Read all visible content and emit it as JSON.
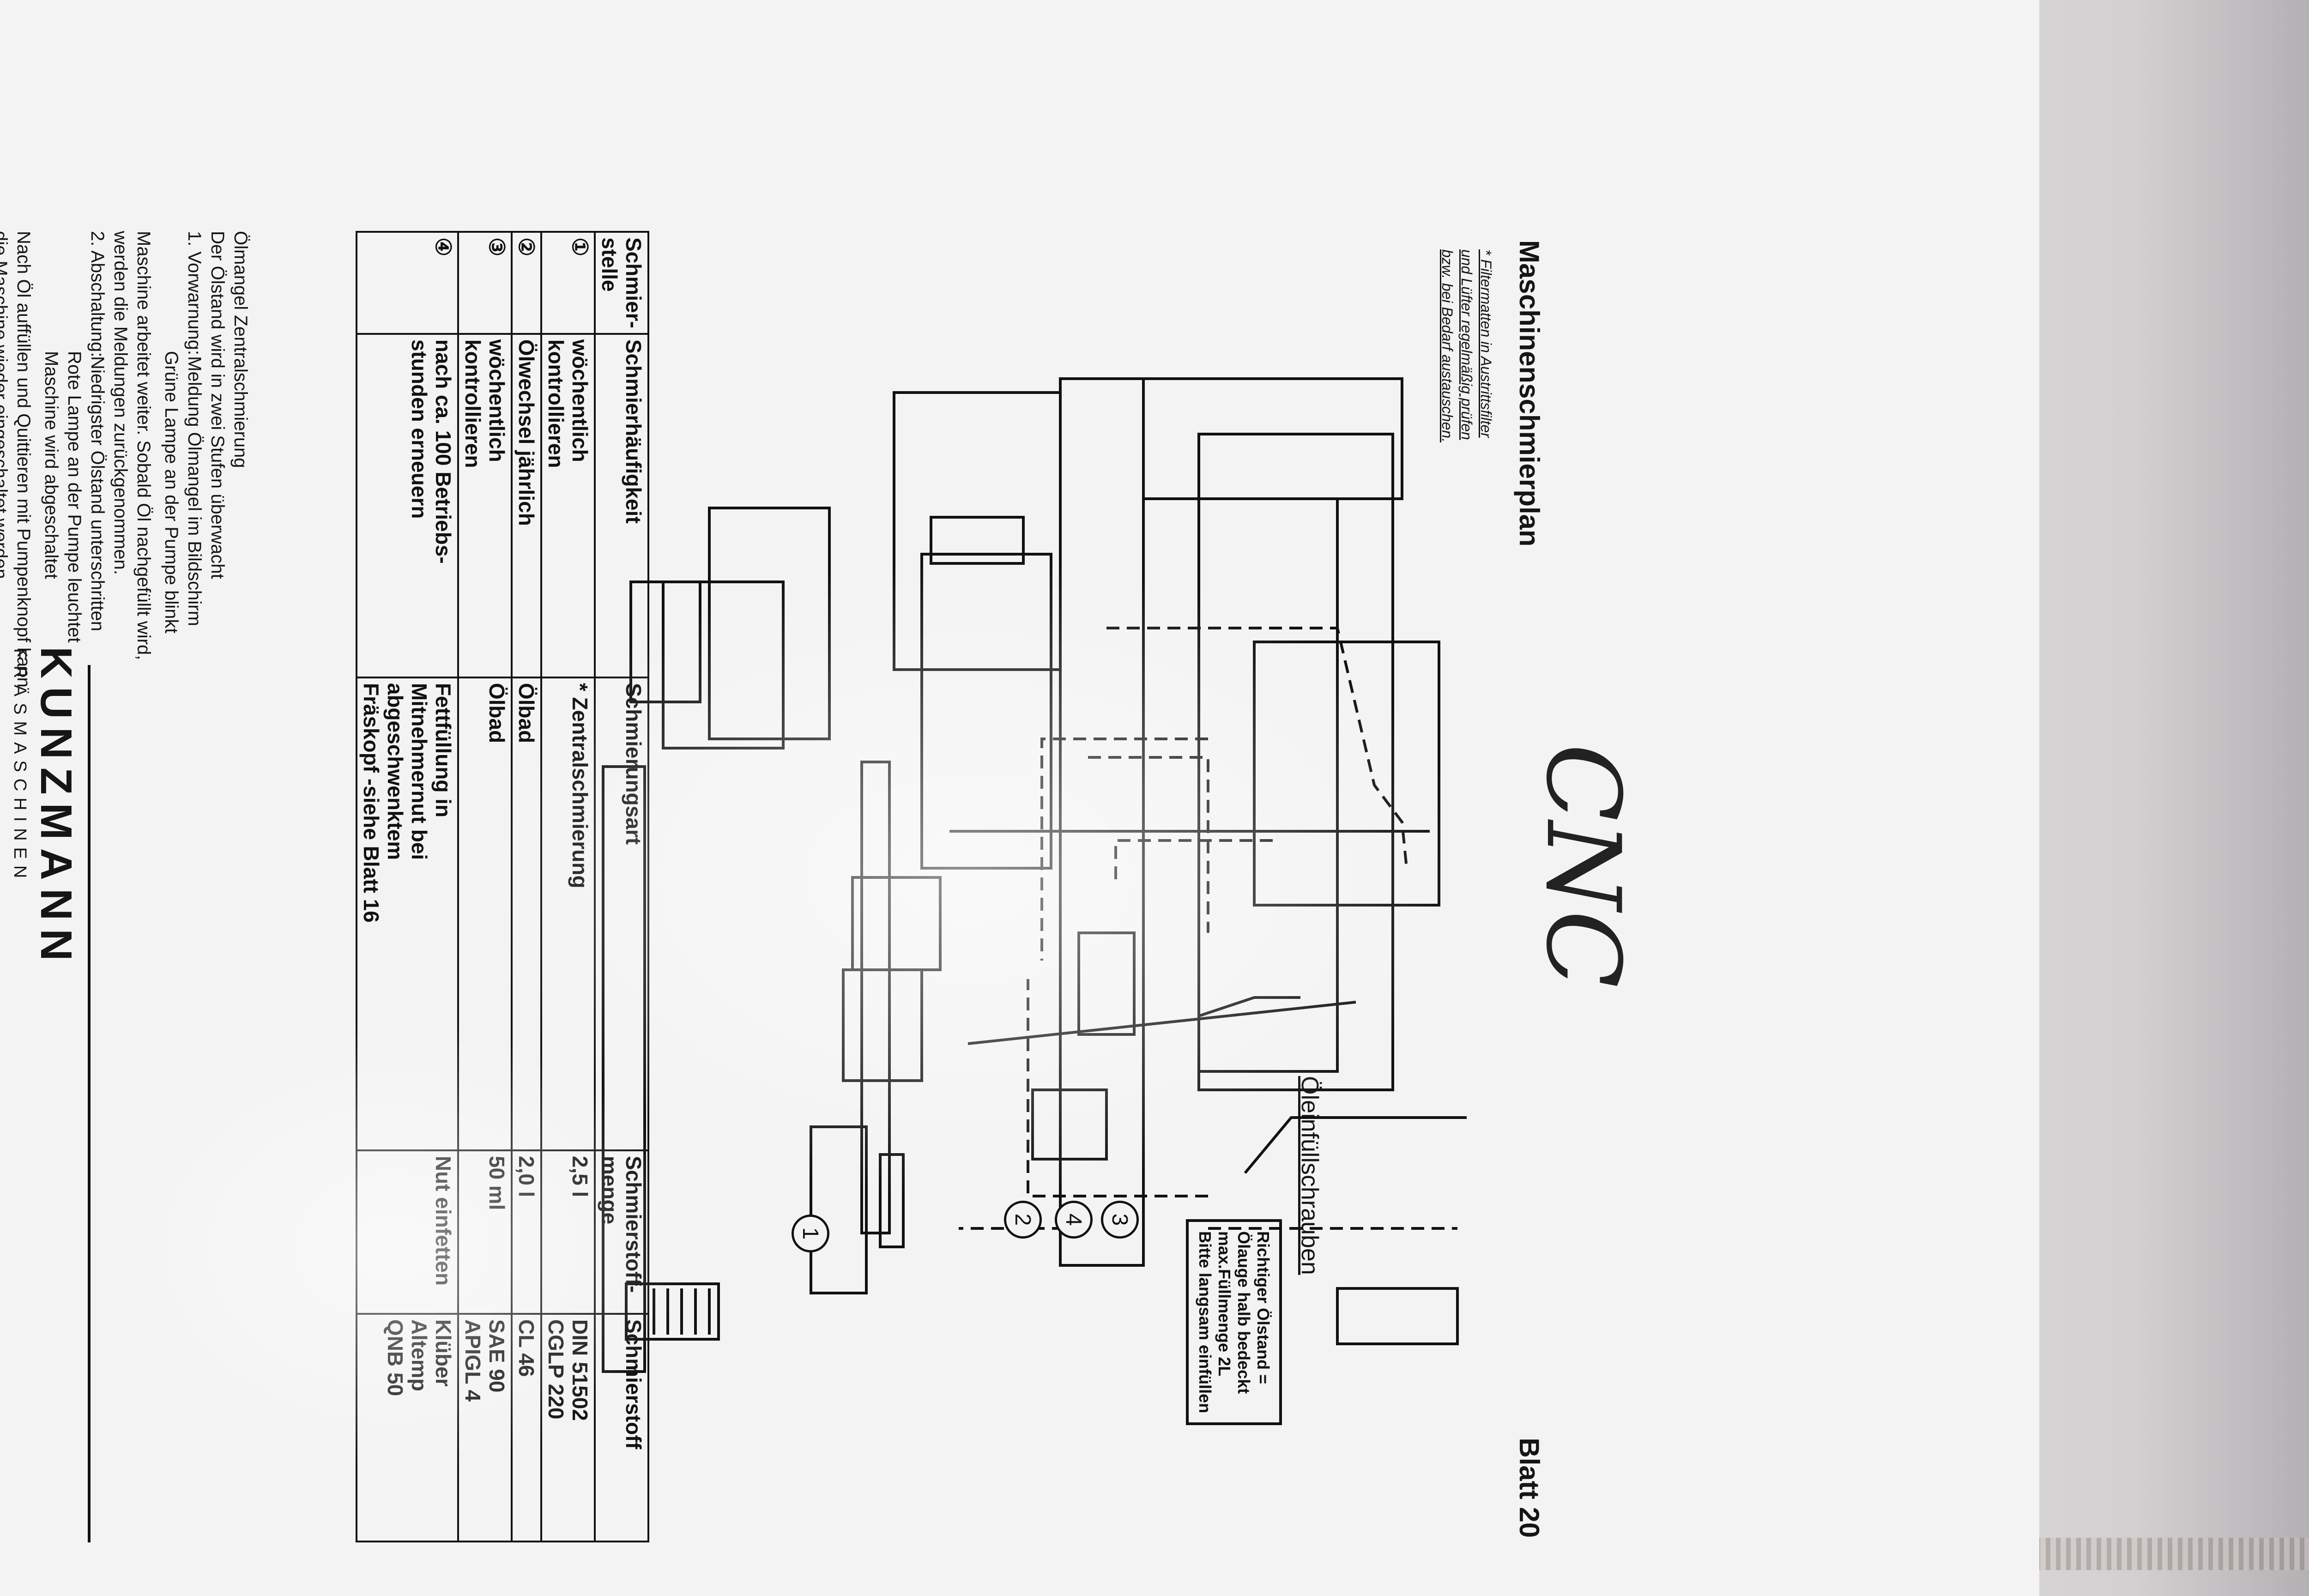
{
  "document": {
    "title": "Maschinenschmierplan",
    "sheet": "Blatt 20",
    "handwritten": "CNC"
  },
  "diagram": {
    "filter_note_lines": [
      "* Filtermatten in Austrittsfilter",
      "und Lüfter regelmäßig prüfen",
      "bzw. bei Bedarf austauschen."
    ],
    "oil_fill_screws_label": "Öleinfüllschrauben",
    "oil_level_note_lines": [
      "Richtiger Ölstand =",
      "Ölauge halb bedeckt",
      "max.Füllmenge 2L",
      "Bitte langsam einfüllen"
    ],
    "callouts": [
      "1",
      "2",
      "3",
      "4"
    ]
  },
  "table": {
    "headers": [
      "Schmier-\nstelle",
      "Schmierhäufigkeit",
      "Schmierungsart",
      "Schmierstoff-\nmenge",
      "Schmierstoff"
    ],
    "rows": [
      [
        "①",
        "wöchentlich\nkontrollieren",
        "* Zentralschmierung",
        "2,5 l",
        "DIN 51502\nCGLP 220"
      ],
      [
        "②",
        "Ölwechsel jährlich",
        "Ölbad",
        "2,0 l",
        "CL 46"
      ],
      [
        "③",
        "wöchentlich\nkontrollieren",
        "Ölbad",
        "50 ml",
        "SAE 90\nAPIGL 4"
      ],
      [
        "④",
        "nach ca. 100 Betriebs-\nstunden erneuern",
        "Fettfüllung in\nMitnehmernut bei\nabgeschwenktem\nFräskopf -siehe Blatt 16",
        "Nut einfetten",
        "Klüber\nAltemp\nQNB 50"
      ]
    ]
  },
  "notes": {
    "heading": "Ölmangel Zentralschmierung",
    "line1": "Der Ölstand wird in zwei Stufen überwacht",
    "stage1_label": "1. Vorwarnung:",
    "stage1_lines": [
      "Meldung Ölmangel im Bildschirm",
      "Grüne Lampe an der Pumpe blinkt"
    ],
    "stage1_cont": [
      "Maschine arbeitet weiter. Sobald Öl nachgefüllt wird,",
      "werden die Meldungen zurückgenommen."
    ],
    "stage2_label": "2. Abschaltung:",
    "stage2_lines": [
      "Niedrigster Ölstand unterschritten",
      "Rote Lampe an der Pumpe leuchtet",
      "Maschine wird abgeschaltet"
    ],
    "final_lines": [
      "Nach Öl auffüllen und Quittieren mit Pumpenknopf kann",
      "die Maschine wieder eingeschaltet werden."
    ]
  },
  "brand": {
    "name": "KUNZMANN",
    "sub": "FRÄSMASCHINEN"
  }
}
